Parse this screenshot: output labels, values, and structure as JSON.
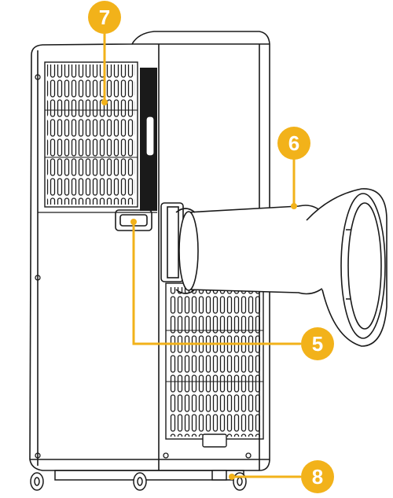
{
  "diagram": {
    "subject": "portable-air-conditioner-rear-view",
    "accent_color": "#f2b21a",
    "line_color": "#1a1a1a",
    "callouts": [
      {
        "id": "callout-7",
        "number": "7"
      },
      {
        "id": "callout-6",
        "number": "6"
      },
      {
        "id": "callout-5",
        "number": "5"
      },
      {
        "id": "callout-8",
        "number": "8"
      }
    ]
  }
}
